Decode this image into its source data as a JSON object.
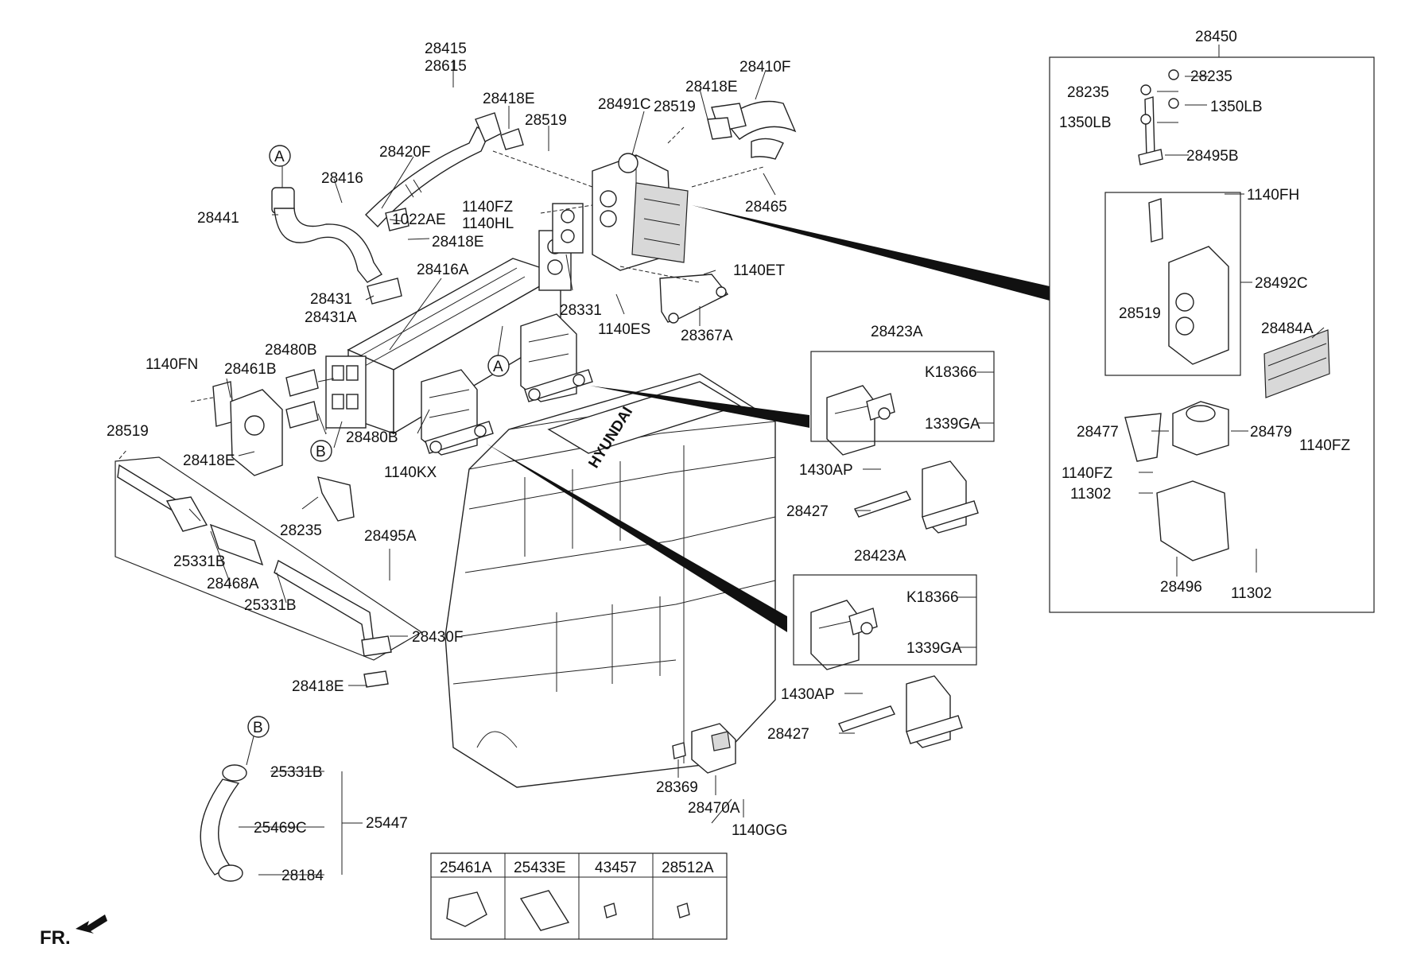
{
  "labels": {
    "p28450": "28450",
    "p28415": "28415",
    "p28615": "28615",
    "p28410F": "28410F",
    "p28418E_a": "28418E",
    "p28418E_b": "28418E",
    "p28418E_c": "28418E",
    "p28418E_d": "28418E",
    "p28418E_e": "28418E",
    "p28491C": "28491C",
    "p28519_a": "28519",
    "p28519_b": "28519",
    "p28519_c": "28519",
    "p28519_d": "28519",
    "p28420F": "28420F",
    "p28416": "28416",
    "p28441": "28441",
    "p1022AE": "1022AE",
    "p1140FZ_a": "1140FZ",
    "p1140HL": "1140HL",
    "p28465": "28465",
    "p28416A": "28416A",
    "p28431": "28431",
    "p28431A": "28431A",
    "p28331": "28331",
    "p1140ET": "1140ET",
    "p1140ES": "1140ES",
    "p28367A": "28367A",
    "p28480B_a": "28480B",
    "p28480B_b": "28480B",
    "p1140FN": "1140FN",
    "p28461B": "28461B",
    "p1140KX": "1140KX",
    "p28235_a": "28235",
    "p28235_b": "28235",
    "p28235_c": "28235",
    "p25331B_a": "25331B",
    "p25331B_b": "25331B",
    "p25331B_c": "25331B",
    "p28468A": "28468A",
    "p28495A": "28495A",
    "p28430F": "28430F",
    "p28423A_a": "28423A",
    "p28423A_b": "28423A",
    "pK18366_a": "K18366",
    "pK18366_b": "K18366",
    "p1339GA_a": "1339GA",
    "p1339GA_b": "1339GA",
    "p1430AP_a": "1430AP",
    "p1430AP_b": "1430AP",
    "p28427_a": "28427",
    "p28427_b": "28427",
    "p28369": "28369",
    "p28470A": "28470A",
    "p1140GG": "1140GG",
    "p25469C": "25469C",
    "p25447": "25447",
    "p28184": "28184",
    "p1350LB_a": "1350LB",
    "p1350LB_b": "1350LB",
    "p28495B": "28495B",
    "p1140FH": "1140FH",
    "p28492C": "28492C",
    "p28484A": "28484A",
    "p28477": "28477",
    "p28479": "28479",
    "p1140FZ_b": "1140FZ",
    "p1140FZ_c": "1140FZ",
    "p11302_a": "11302",
    "p11302_b": "11302",
    "p28496": "28496",
    "markerA": "A",
    "markerB": "B",
    "fr": "FR.",
    "brand": "HYUNDAI"
  },
  "legend_table": {
    "headers": [
      "25461A",
      "25433E",
      "43457",
      "28512A"
    ]
  }
}
